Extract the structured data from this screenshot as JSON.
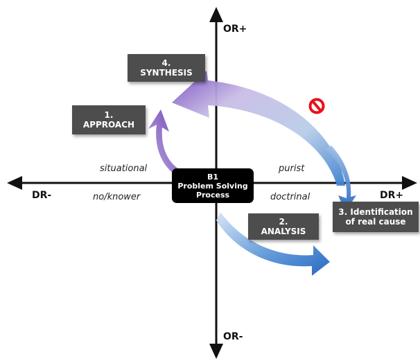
{
  "axes": {
    "top": "OR+",
    "bottom": "OR-",
    "left": "DR-",
    "right": "DR+"
  },
  "quadrant_labels": {
    "upper_left": "situational",
    "lower_left": "no/knower",
    "upper_right": "purist",
    "lower_right": "doctrinal"
  },
  "center": {
    "line1": "B1",
    "line2": "Problem Solving",
    "line3": "Process"
  },
  "steps": [
    {
      "number": "1.",
      "label": "APPROACH"
    },
    {
      "number": "2.",
      "label": "ANALYSIS"
    },
    {
      "line1": "3. Identification",
      "line2": "of real cause"
    },
    {
      "number": "4.",
      "label": "SYNTHESIS"
    }
  ],
  "colors": {
    "axis": "#111111",
    "box": "#4d4d4d",
    "center_box": "#000000",
    "arrow_purple": "#7a4fc0",
    "arrow_blue": "#2a6fc4",
    "prohibited": "#e8101a"
  },
  "icons": {
    "prohibited": "prohibited-sign-icon"
  }
}
